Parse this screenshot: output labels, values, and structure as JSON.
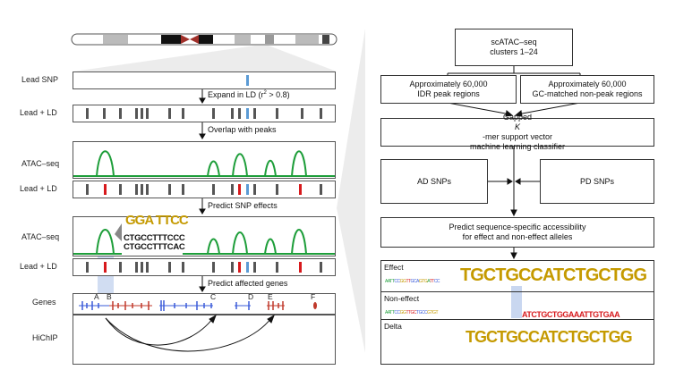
{
  "left": {
    "row_labels": {
      "lead_snp": "Lead SNP",
      "lead_ld_1": "Lead + LD",
      "atac_1": "ATAC–seq",
      "lead_ld_2": "Lead + LD",
      "atac_2": "ATAC–seq",
      "lead_ld_3": "Lead + LD",
      "genes": "Genes",
      "hichip": "HiChIP"
    },
    "steps": {
      "expand": "Expand in LD (r",
      "expand_sup": "2",
      "expand_tail": " > 0.8)",
      "overlap": "Overlap with peaks",
      "predict_effects": "Predict SNP effects",
      "predict_genes": "Predict affected genes"
    },
    "motif": {
      "top_letters": "GGA TTCC",
      "seq1": "CTGCCTTTCCC",
      "seq2": "CTGCCTTTCAC"
    },
    "gene_labels": [
      "A",
      "B",
      "C",
      "D",
      "E",
      "F"
    ]
  },
  "right": {
    "boxes": {
      "clusters_l1": "scATAC–seq",
      "clusters_l2": "clusters 1–24",
      "idr_l1": "Approximately 60,000",
      "idr_l2": "IDR peak regions",
      "gc_l1": "Approximately 60,000",
      "gc_l2": "GC-matched non-peak regions",
      "svm_l1a": "Gapped ",
      "svm_l1k": "K",
      "svm_l1b": "-mer support vector",
      "svm_l2": "machine learning classifier",
      "ad": "AD SNPs",
      "pd": "PD SNPs",
      "predict_l1": "Predict sequence-specific accessibility",
      "predict_l2": "for effect and non-effect alleles"
    },
    "logos": {
      "effect": "Effect",
      "noneffect": "Non-effect",
      "delta": "Delta",
      "effect_seq": "TGCTGCCATCTGCTGG",
      "noneffect_seq": "ATCTGCTGGAAATTGTGAA",
      "delta_seq": "TGCTGCCATCTGCTGG"
    }
  },
  "colors": {
    "peak_green": "#1e9e3a",
    "snp_blue": "#5b9bd5",
    "snp_red": "#d7191c",
    "snp_gray": "#555555",
    "highlight": "#c9d7f0",
    "gene_blue": "#3a5bd9",
    "gene_red": "#c0392b"
  }
}
